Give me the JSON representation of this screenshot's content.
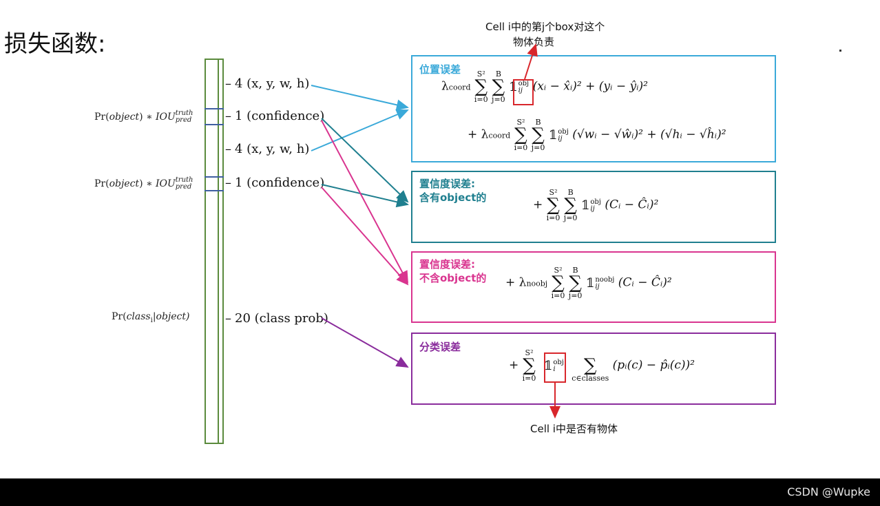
{
  "title": "损失函数:",
  "vector_labels": [
    {
      "text": "4 (x, y, w, h)"
    },
    {
      "text": "1 (confidence)"
    },
    {
      "text": "4 (x, y, w, h)"
    },
    {
      "text": "1 (confidence)"
    },
    {
      "text": "20 (class prob)"
    }
  ],
  "pr_labels": [
    {
      "prefix": "Pr(",
      "obj": "object",
      "mid": ") ∗ ",
      "iou": "IOU",
      "sup": "truth",
      "sub": "pred"
    },
    {
      "prefix": "Pr(",
      "obj": "object",
      "mid": ") ∗ ",
      "iou": "IOU",
      "sup": "truth",
      "sub": "pred"
    }
  ],
  "pr_class": {
    "prefix": "Pr(",
    "cls": "class",
    "sub": "i",
    "rest": "|object)"
  },
  "boxes": {
    "coord": {
      "title": "位置误差",
      "color": "#3aa9d9"
    },
    "conf_obj": {
      "title_line1": "置信度误差:",
      "title_line2": "含有object的",
      "color": "#1f7f8f"
    },
    "conf_noobj": {
      "title_line1": "置信度误差:",
      "title_line2": "不含object的",
      "color": "#d9348f"
    },
    "class": {
      "title": "分类误差",
      "color": "#8a2c9c"
    }
  },
  "formulas": {
    "lambda_coord": "λ",
    "coord_sub": "coord",
    "lambda_noobj": "λ",
    "noobj_sub": "noobj",
    "sum_top": "S²",
    "sum_bot": "i=0",
    "sum_top_b": "B",
    "sum_bot_b": "j=0",
    "term_xy": "(xᵢ − x̂ᵢ)² + (yᵢ − ŷᵢ)²",
    "term_wh": "(√wᵢ − √ŵᵢ)² + (√hᵢ − √ĥᵢ)²",
    "term_c": "(Cᵢ − Ĉᵢ)²",
    "term_p": "(pᵢ(c) − p̂ᵢ(c))²",
    "sum_bot_c": "c∈classes",
    "ind": "𝟙",
    "obj": "obj",
    "noobj": "noobj",
    "ij": "ij",
    "i": "i",
    "plus": "+"
  },
  "annotations": {
    "top_line1": "Cell i中的第j个box对这个",
    "top_line2": "物体负责",
    "bottom": "Cell i中是否有物体"
  },
  "watermark": "CSDN @Wupke",
  "colors": {
    "vector": "#5a8a3c",
    "separator": "#3e5fa0",
    "red": "#d8262b",
    "footer": "#000000"
  }
}
